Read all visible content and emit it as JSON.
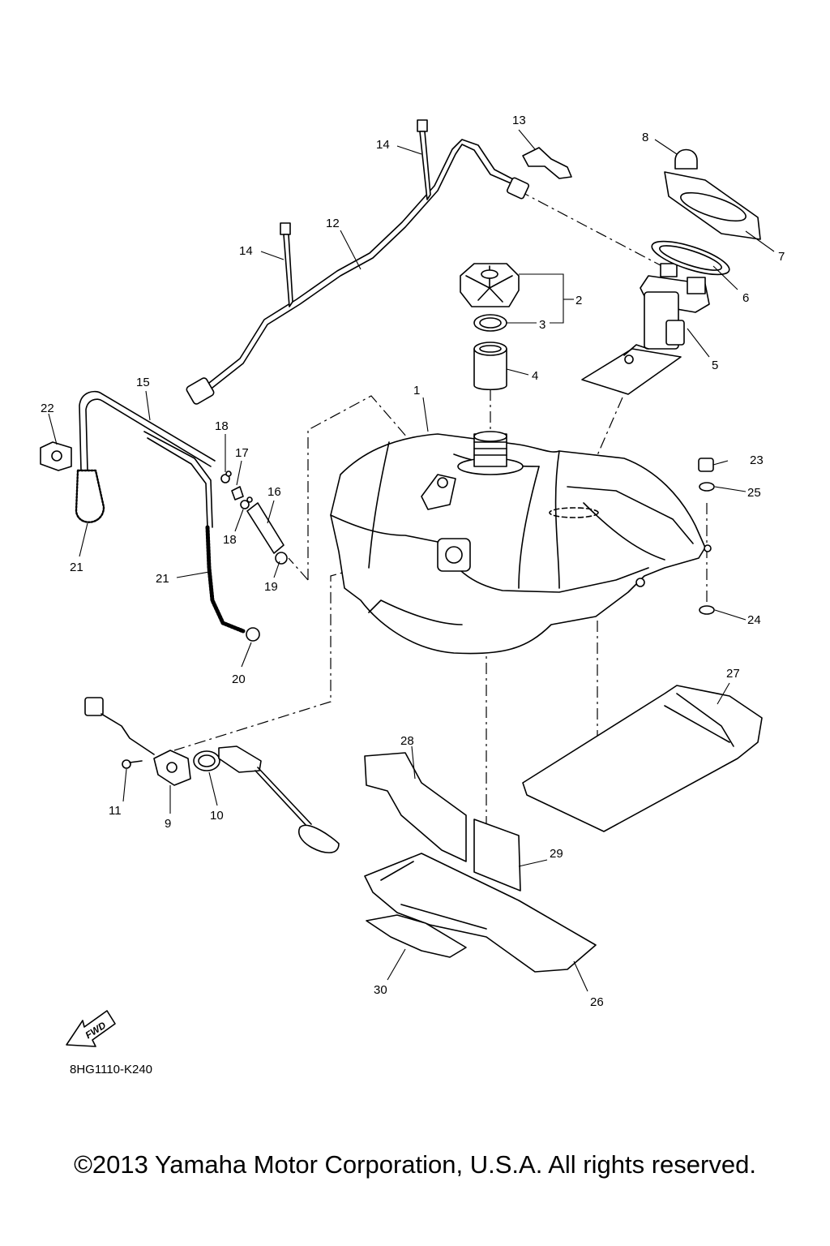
{
  "drawing_code": "8HG1110-K240",
  "copyright": "©2013 Yamaha Motor Corporation, U.S.A. All rights reserved.",
  "fwd_label": "FWD",
  "callouts": {
    "p1": "1",
    "p2": "2",
    "p3": "3",
    "p4": "4",
    "p5": "5",
    "p6": "6",
    "p7": "7",
    "p8": "8",
    "p9": "9",
    "p10": "10",
    "p11": "11",
    "p12": "12",
    "p13": "13",
    "p14a": "14",
    "p14b": "14",
    "p15": "15",
    "p16": "16",
    "p17": "17",
    "p18a": "18",
    "p18b": "18",
    "p19": "19",
    "p20": "20",
    "p21a": "21",
    "p21b": "21",
    "p22": "22",
    "p23": "23",
    "p24": "24",
    "p25": "25",
    "p26": "26",
    "p27": "27",
    "p28": "28",
    "p29": "29",
    "p30": "30"
  }
}
